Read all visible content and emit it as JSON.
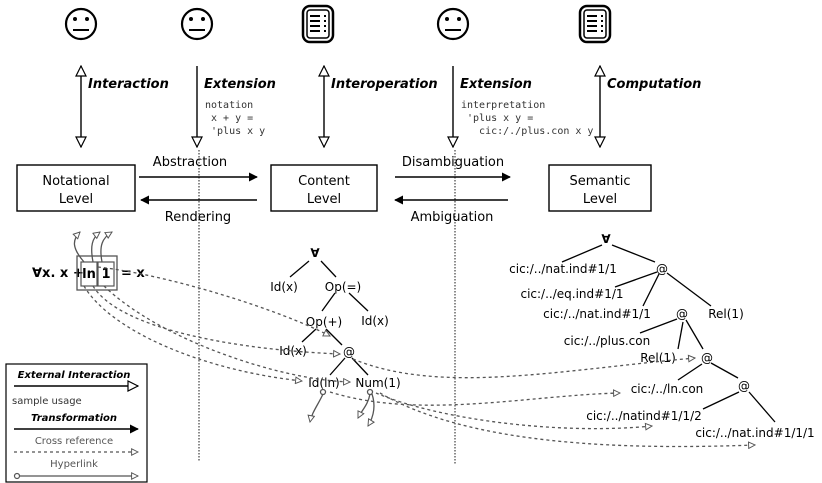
{
  "actors": [
    {
      "kind": "face-icon"
    },
    {
      "kind": "face-icon"
    },
    {
      "kind": "document-icon"
    },
    {
      "kind": "face-icon"
    },
    {
      "kind": "document-icon"
    }
  ],
  "vertical_labels": [
    "Interaction",
    "Extension",
    "Interoperation",
    "Extension",
    "Computation"
  ],
  "notes": {
    "notation": [
      "notation",
      " x + y =",
      " 'plus x y"
    ],
    "interpretation": [
      "interpretation",
      " 'plus x y =",
      "   cic:/./plus.con x y"
    ]
  },
  "levels": {
    "notational": [
      "Notational",
      "Level"
    ],
    "content": [
      "Content",
      "Level"
    ],
    "semantic": [
      "Semantic",
      "Level"
    ]
  },
  "transforms": {
    "abstraction": "Abstraction",
    "rendering": "Rendering",
    "disambiguation": "Disambiguation",
    "ambiguation": "Ambiguation"
  },
  "notational_expr": {
    "prefix": "∀x. x +",
    "ln": "ln",
    "one": "1",
    "suffix": "= x"
  },
  "content_tree": [
    "∀",
    "Id(x)",
    "Op(=)",
    "Op(+)",
    "Id(x)",
    "Id(x)",
    "@",
    "Id(ln)",
    "Num(1)"
  ],
  "semantic_tree": [
    "∀",
    "cic:/../nat.ind#1/1",
    "@",
    "cic:/../eq.ind#1/1",
    "cic:/../nat.ind#1/1",
    "@",
    "Rel(1)",
    "cic:/../plus.con",
    "Rel(1)",
    "@",
    "cic:/../ln.con",
    "@",
    "cic:/../natind#1/1/2",
    "cic:/../nat.ind#1/1/1"
  ],
  "legend": {
    "external_interaction": "External Interaction",
    "sample_usage": "sample usage",
    "transformation": "Transformation",
    "cross_reference": "Cross reference",
    "hyperlink": "Hyperlink"
  }
}
